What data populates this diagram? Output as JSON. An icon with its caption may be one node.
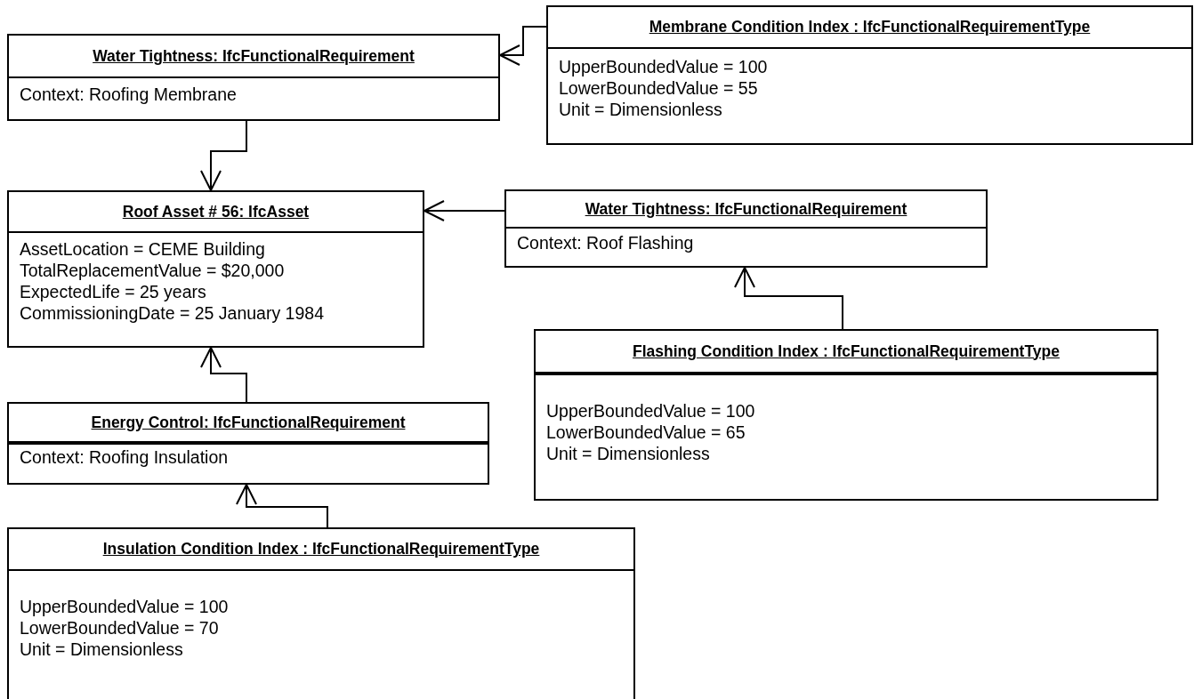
{
  "diagram": {
    "nodes": [
      {
        "text": [
          "Water Tightness: IfcFunctionalRequirement",
          "Context: Roofing Membrane"
        ]
      },
      {
        "text": [
          "Membrane Condition Index : IfcFunctionalRequirementType",
          "UpperBoundedValue = 100",
          "LowerBoundedValue = 55",
          "Unit = Dimensionless"
        ]
      },
      {
        "text": [
          "Roof Asset # 56: IfcAsset",
          "AssetLocation = CEME Building",
          "TotalReplacementValue = $20,000",
          "ExpectedLife = 25 years",
          "CommissioningDate = 25 January 1984"
        ]
      },
      {
        "text": [
          "Water Tightness: IfcFunctionalRequirement",
          "Context: Roof Flashing"
        ]
      },
      {
        "text": [
          "Flashing Condition Index : IfcFunctionalRequirementType",
          "UpperBoundedValue = 100",
          "LowerBoundedValue = 65",
          "Unit = Dimensionless"
        ]
      },
      {
        "text": [
          "Energy Control: IfcFunctionalRequirement",
          "Context: Roofing Insulation"
        ]
      },
      {
        "text": [
          "Insulation Condition Index : IfcFunctionalRequirementType",
          "UpperBoundedValue = 100",
          "LowerBoundedValue = 70",
          "Unit = Dimensionless"
        ]
      }
    ],
    "edges": [
      {
        "from": 1,
        "to": 0,
        "arrow": "to"
      },
      {
        "from": 0,
        "to": 2,
        "arrow": "to"
      },
      {
        "from": 3,
        "to": 2,
        "arrow": "to"
      },
      {
        "from": 4,
        "to": 3,
        "arrow": "to"
      },
      {
        "from": 5,
        "to": 2,
        "arrow": "to"
      },
      {
        "from": 6,
        "to": 5,
        "arrow": "to"
      }
    ]
  }
}
